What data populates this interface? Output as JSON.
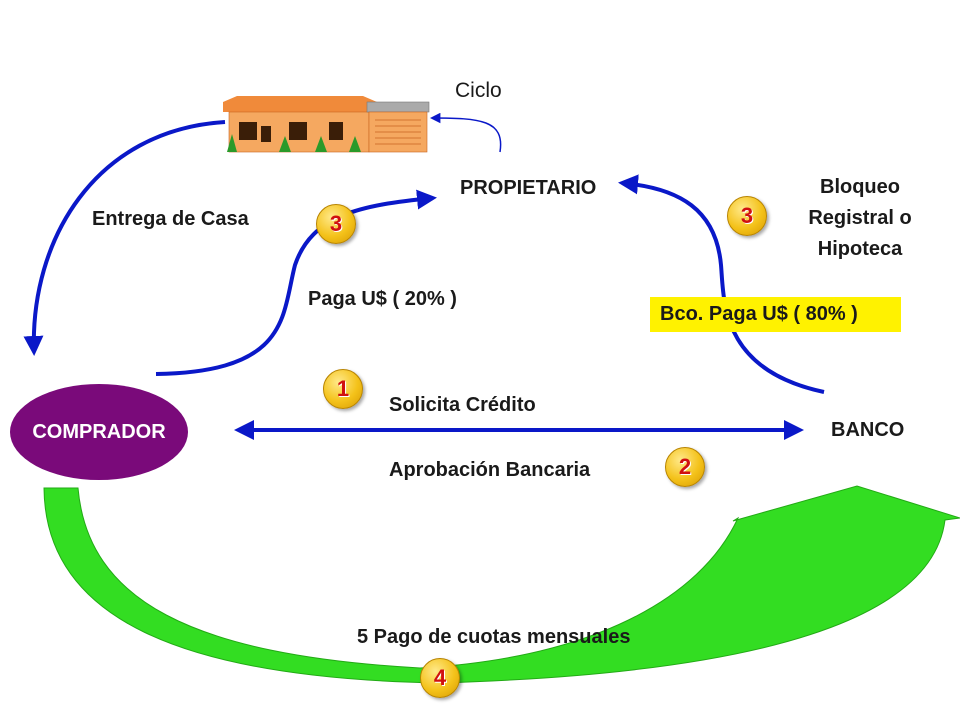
{
  "labels": {
    "ciclo": "Ciclo",
    "propietario": "PROPIETARIO",
    "entrega_casa": "Entrega de Casa",
    "bloqueo": [
      "Bloqueo",
      "Registral o",
      "Hipoteca"
    ],
    "paga_20": "Paga U$ ( 20% )",
    "bco_paga_80": "Bco. Paga U$ ( 80% )",
    "solicita_credito": "Solicita Crédito",
    "comprador": "COMPRADOR",
    "banco": "BANCO",
    "aprobacion": "Aprobación Bancaria",
    "pago_cuotas": "5  Pago de cuotas mensuales"
  },
  "badges": {
    "paga_step": "3",
    "bloqueo_step": "3",
    "solicita_step": "1",
    "aprobacion_step": "2",
    "cuotas_step": "4"
  },
  "colors": {
    "arrow_blue": "#0a18c8",
    "curve_green": "#33dd22",
    "comprador_fill": "#7a0a7a",
    "highlight_yellow": "#fff200",
    "badge_digit": "#d01010"
  },
  "icons": {
    "house": "house-icon"
  }
}
